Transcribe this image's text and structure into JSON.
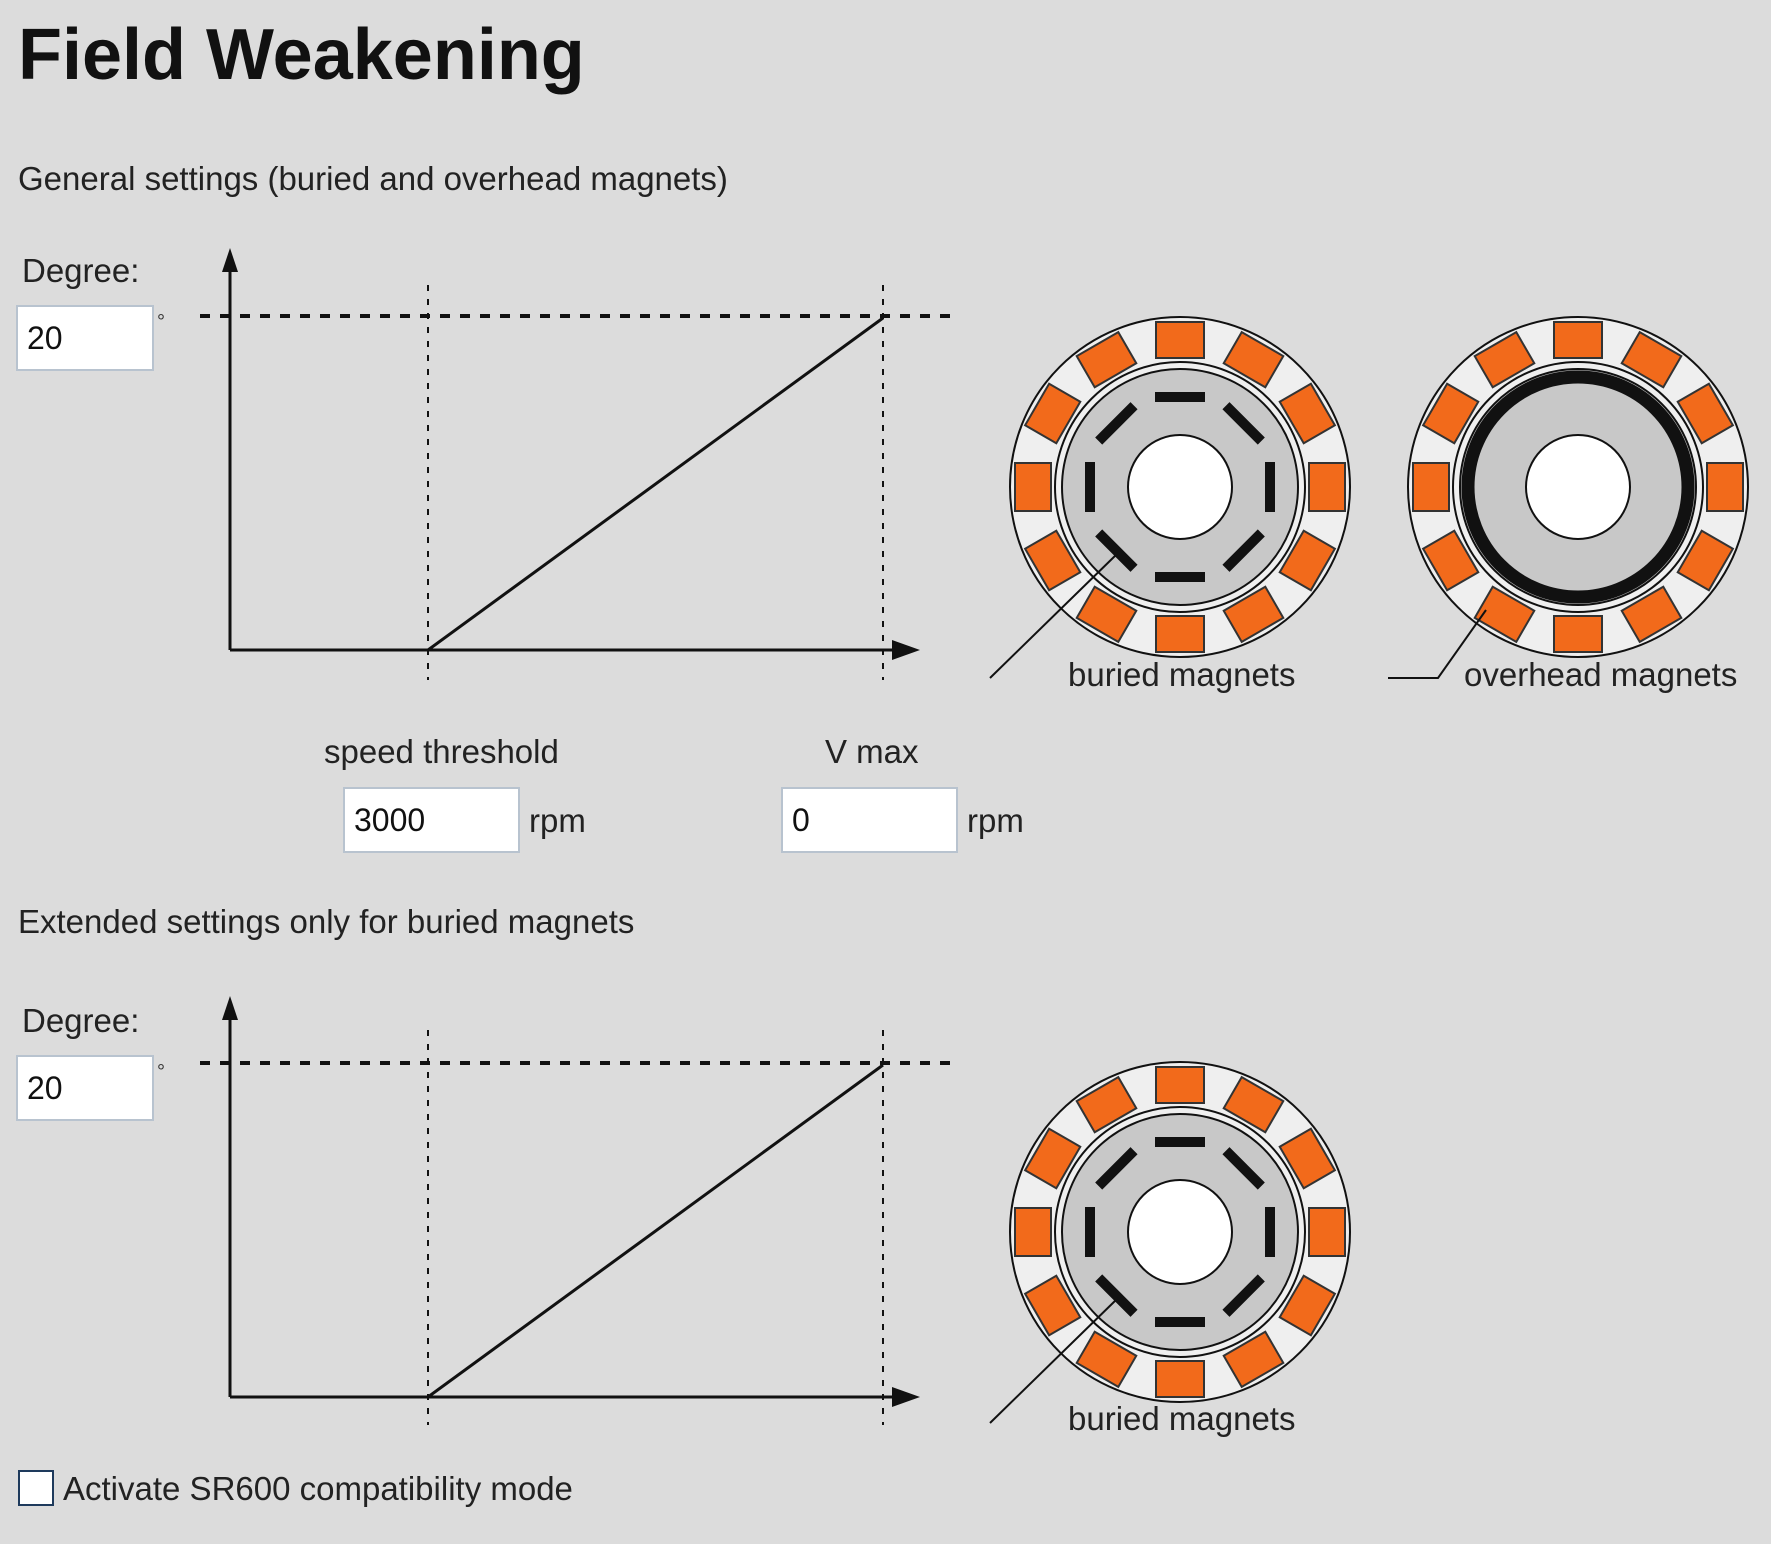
{
  "page": {
    "title": "Field Weakening"
  },
  "general": {
    "heading": "General settings (buried and overhead magnets)",
    "degree_label": "Degree:",
    "degree_value": "20",
    "degree_unit": "°",
    "speed_threshold_label": "speed threshold",
    "speed_threshold_value": "3000",
    "speed_threshold_unit": "rpm",
    "vmax_label": "V max",
    "vmax_value": "0",
    "vmax_unit": "rpm",
    "buried_label": "buried magnets",
    "overhead_label": "overhead magnets"
  },
  "extended": {
    "heading": "Extended settings only for buried magnets",
    "degree_label": "Degree:",
    "degree_value": "20",
    "degree_unit": "°",
    "buried_label": "buried magnets"
  },
  "compat": {
    "label": "Activate SR600 compatibility mode",
    "checked": false
  },
  "colors": {
    "magnet": "#f26a1b",
    "ring": "#efefef",
    "rotor": "#c8c8c8",
    "line": "#111111"
  }
}
